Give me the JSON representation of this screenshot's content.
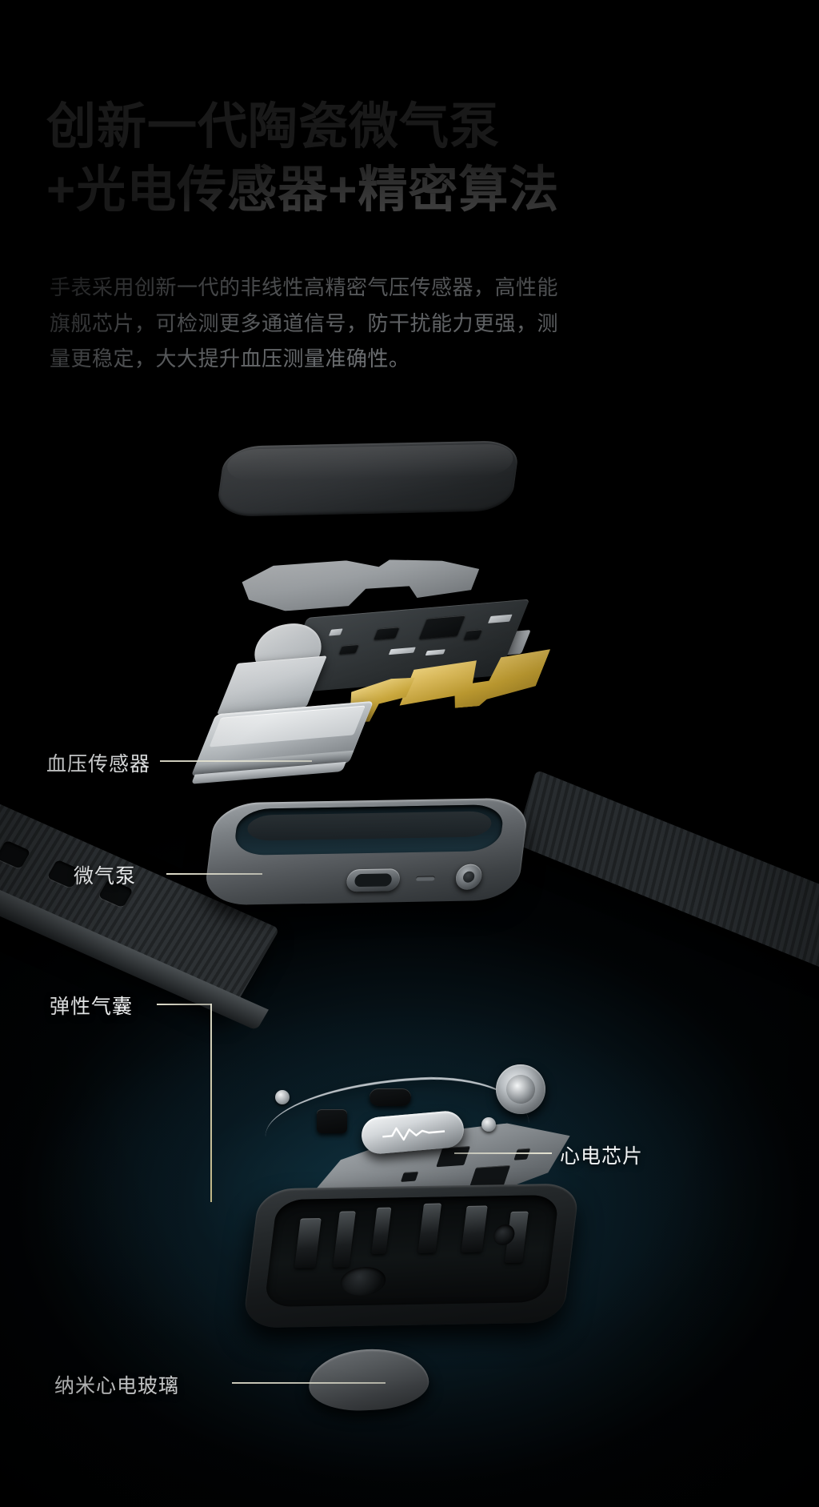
{
  "headline": {
    "line1": "创新一代陶瓷微气泵",
    "line2": "+光电传感器+精密算法"
  },
  "body_copy": {
    "line1": "手表采用创新一代的非线性高精密气压传感器，高性能",
    "line2": "旗舰芯片，可检测更多通道信号，防干扰能力更强，测",
    "line3": "量更稳定，大大提升血压测量准确性。"
  },
  "callouts": [
    {
      "id": "blood-pressure-sensor",
      "label": "血压传感器"
    },
    {
      "id": "micro-air-pump",
      "label": "微气泵"
    },
    {
      "id": "elastic-airbag",
      "label": "弹性气囊"
    },
    {
      "id": "ecg-chip",
      "label": "心电芯片"
    },
    {
      "id": "nano-ecg-glass",
      "label": "纳米心电玻璃"
    }
  ],
  "parts": [
    {
      "id": "display-glass",
      "name": "display-glass-panel"
    },
    {
      "id": "metal-bracket",
      "name": "metal-bracket"
    },
    {
      "id": "main-pcb",
      "name": "main-circuit-board"
    },
    {
      "id": "gold-shield",
      "name": "gold-shield"
    },
    {
      "id": "micro-pump",
      "name": "micro-air-pump-module"
    },
    {
      "id": "watch-case",
      "name": "watch-case-frame"
    },
    {
      "id": "strap-left",
      "name": "watch-strap-left"
    },
    {
      "id": "strap-right",
      "name": "watch-strap-right"
    },
    {
      "id": "ecg-assembly",
      "name": "ecg-sensor-assembly"
    },
    {
      "id": "back-housing",
      "name": "back-housing"
    },
    {
      "id": "nano-glass",
      "name": "nano-ecg-glass-panel"
    }
  ],
  "colors": {
    "background": "#000000",
    "background_accent": "#12343f",
    "headline_text": "#ffffff",
    "body_text": "#c8cdd2",
    "callout_text": "#f2f4f5",
    "lead_line": "#ebe9d6",
    "gold_accent": "#d8b85a"
  }
}
